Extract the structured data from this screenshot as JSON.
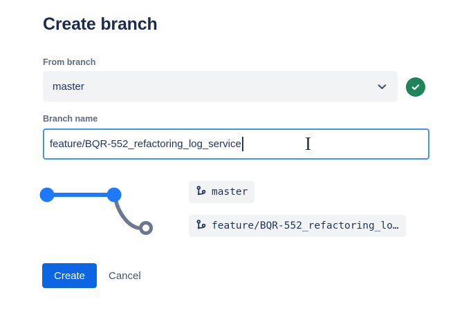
{
  "page": {
    "title": "Create branch"
  },
  "form": {
    "from_branch": {
      "label": "From branch",
      "value": "master"
    },
    "branch_name": {
      "label": "Branch name",
      "value": "feature/BQR-552_refactoring_log_service"
    }
  },
  "preview": {
    "items": [
      {
        "icon": "git-branch-icon",
        "label": "master"
      },
      {
        "icon": "git-branch-icon",
        "label": "feature/BQR-552_refactoring_lo…"
      }
    ]
  },
  "actions": {
    "create_label": "Create",
    "cancel_label": "Cancel"
  },
  "icons": {
    "dropdown": "chevron-down-icon",
    "validation": "check-circle-icon",
    "ref": "git-branch-icon",
    "pointer": "i-beam-cursor"
  },
  "colors": {
    "heading_text": "#1C2B4A",
    "label_text": "#5E6C84",
    "field_bg": "#F2F3F5",
    "input_focus_border": "#4191FF",
    "valid_green": "#1F845A",
    "graph_blue": "#1D7AFE",
    "graph_gray": "#6B778C",
    "button_blue": "#0C66E4"
  }
}
